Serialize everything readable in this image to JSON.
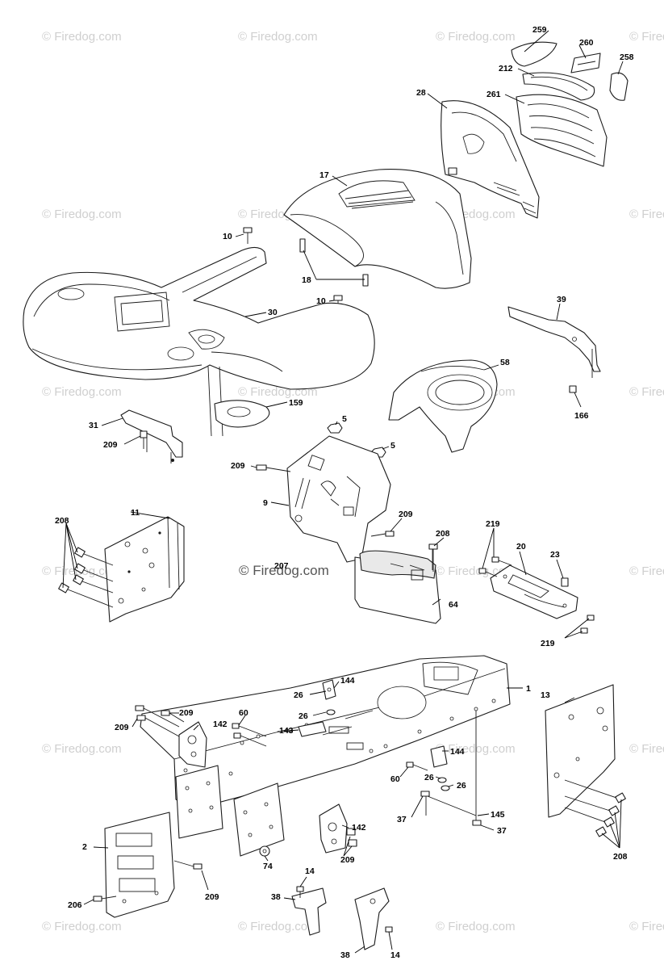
{
  "watermark": "© Firedog.com",
  "callouts": [
    {
      "id": "c259",
      "label": "259"
    },
    {
      "id": "c260",
      "label": "260"
    },
    {
      "id": "c258",
      "label": "258"
    },
    {
      "id": "c212",
      "label": "212"
    },
    {
      "id": "c28",
      "label": "28"
    },
    {
      "id": "c261",
      "label": "261"
    },
    {
      "id": "c17",
      "label": "17"
    },
    {
      "id": "c10a",
      "label": "10"
    },
    {
      "id": "c18",
      "label": "18"
    },
    {
      "id": "c10b",
      "label": "10"
    },
    {
      "id": "c30",
      "label": "30"
    },
    {
      "id": "c39",
      "label": "39"
    },
    {
      "id": "c166",
      "label": "166"
    },
    {
      "id": "c58",
      "label": "58"
    },
    {
      "id": "c159",
      "label": "159"
    },
    {
      "id": "c31",
      "label": "31"
    },
    {
      "id": "c209a",
      "label": "209"
    },
    {
      "id": "c5a",
      "label": "5"
    },
    {
      "id": "c5b",
      "label": "5"
    },
    {
      "id": "c209b",
      "label": "209"
    },
    {
      "id": "c9",
      "label": "9"
    },
    {
      "id": "c11",
      "label": "11"
    },
    {
      "id": "c208a",
      "label": "208"
    },
    {
      "id": "c209c",
      "label": "209"
    },
    {
      "id": "c208b",
      "label": "208"
    },
    {
      "id": "c207",
      "label": "207"
    },
    {
      "id": "c64",
      "label": "64"
    },
    {
      "id": "c219a",
      "label": "219"
    },
    {
      "id": "c20",
      "label": "20"
    },
    {
      "id": "c23",
      "label": "23"
    },
    {
      "id": "c219b",
      "label": "219"
    },
    {
      "id": "c1",
      "label": "1"
    },
    {
      "id": "c144a",
      "label": "144"
    },
    {
      "id": "c26a",
      "label": "26"
    },
    {
      "id": "c26b",
      "label": "26"
    },
    {
      "id": "c13",
      "label": "13"
    },
    {
      "id": "c209d",
      "label": "209"
    },
    {
      "id": "c209e",
      "label": "209"
    },
    {
      "id": "c142a",
      "label": "142"
    },
    {
      "id": "c60a",
      "label": "60"
    },
    {
      "id": "c143",
      "label": "143"
    },
    {
      "id": "c144b",
      "label": "144"
    },
    {
      "id": "c26c",
      "label": "26"
    },
    {
      "id": "c60b",
      "label": "60"
    },
    {
      "id": "c26d",
      "label": "26"
    },
    {
      "id": "c145",
      "label": "145"
    },
    {
      "id": "c37a",
      "label": "37"
    },
    {
      "id": "c37b",
      "label": "37"
    },
    {
      "id": "c142b",
      "label": "142"
    },
    {
      "id": "c209f",
      "label": "209"
    },
    {
      "id": "c2",
      "label": "2"
    },
    {
      "id": "c74",
      "label": "74"
    },
    {
      "id": "c209g",
      "label": "209"
    },
    {
      "id": "c206",
      "label": "206"
    },
    {
      "id": "c14a",
      "label": "14"
    },
    {
      "id": "c38a",
      "label": "38"
    },
    {
      "id": "c38b",
      "label": "38"
    },
    {
      "id": "c14b",
      "label": "14"
    },
    {
      "id": "c208c",
      "label": "208"
    }
  ]
}
